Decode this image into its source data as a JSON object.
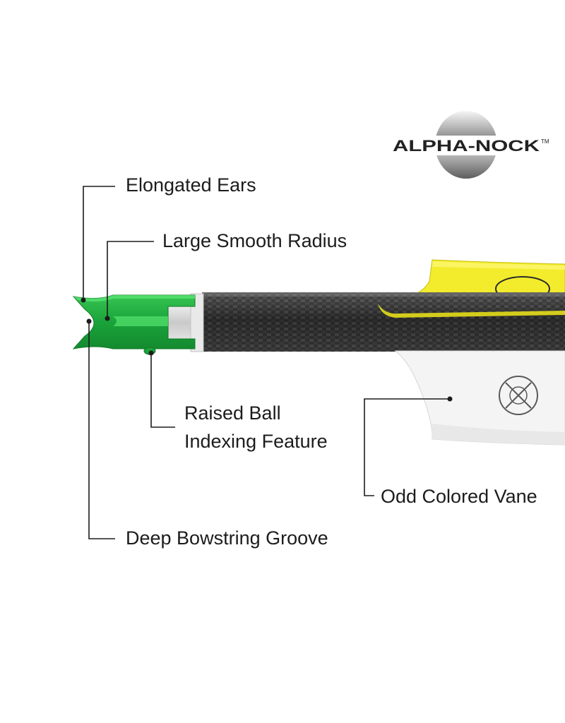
{
  "logo": {
    "text": "ALPHA-NOCK",
    "trademark": "TM"
  },
  "labels": {
    "elongated_ears": "Elongated Ears",
    "large_smooth_radius": "Large Smooth Radius",
    "raised_ball_line1": "Raised Ball",
    "raised_ball_line2": "Indexing Feature",
    "odd_colored_vane": "Odd Colored Vane",
    "deep_bowstring_groove": "Deep Bowstring Groove"
  },
  "colors": {
    "nock_green": "#1aa33a",
    "nock_green_light": "#3ccf5a",
    "vane_yellow": "#f2ec2c",
    "vane_white": "#f4f4f4",
    "shaft_carbon": "#3a3a3a",
    "leader_line": "#1c1c1c"
  },
  "icons": {
    "yellow_vane_mark": "circle-outline-icon",
    "white_vane_mark": "circle-x-icon"
  }
}
